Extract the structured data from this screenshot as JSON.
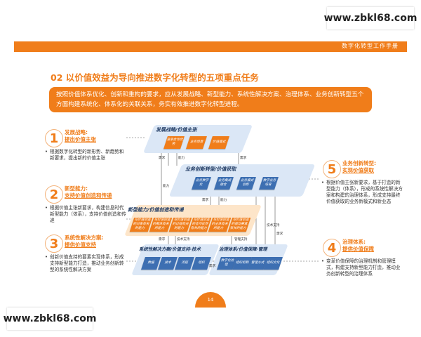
{
  "watermarks": {
    "top": "www.zbkl68.com",
    "bottom": "www.zbkl68.com"
  },
  "header": {
    "title": "数字化转型工作手册"
  },
  "section": {
    "title": "02 以价值效益为导向推进数字化转型的五项重点任务"
  },
  "intro": {
    "text": "按照价值体系优化、创新和重构的要求，应从发展战略、新型能力、系统性解决方案、治理体系、业务创新转型五个方面构建系统化、体系化的关联关系，务实有效推进数字化转型进程。"
  },
  "left_items": [
    {
      "num": "1",
      "title": "发展战略:",
      "sub": "提出价值主张",
      "body": "根据数字化转型的新形势、新趋势和新要求，提出新的价值主张"
    },
    {
      "num": "2",
      "title": "新型能力:",
      "sub": "支持价值创造和传递",
      "body": "根据价值主张新要求，构建信息时代新型能力（体系），支持价值创造和传递"
    },
    {
      "num": "3",
      "title": "系统性解决方案:",
      "sub": "提供价值支持",
      "body": "创新价值支持的要素实现体系，形成支持新型能力打造，推动业务创新转型的系统性解决方案"
    }
  ],
  "right_items": [
    {
      "num": "5",
      "title": "业务创新转型:",
      "sub": "实现价值获取",
      "body": "根据价值主张新要求，基于打造的新型能力（体系），形成的系统性解决方案和构建的治理体系，形成支持最终价值获取的业务新模式和新业态"
    },
    {
      "num": "4",
      "title": "治理体系:",
      "sub": "提供价值保障",
      "body": "变革价值保障的治理机制和管理模式，构建支持新型能力打造，推动业务创新转型的治理体系"
    }
  ],
  "diagram": {
    "top": {
      "label": "发展战略/价值主张",
      "tiles": [
        "竞争合作优势",
        "业务场景",
        "价值模式"
      ]
    },
    "mid": {
      "label": "业务创新转型/价值获取",
      "tiles": [
        "业务数字化",
        "业务集成融合",
        "业务模式创新",
        "数字业务培育"
      ]
    },
    "cap": {
      "label": "新型能力/价值创造和传递",
      "tiles": [
        "与价值创造的对象有关的能力",
        "与价值创造的载体有关的能力",
        "与价值创造的过程有关的能力",
        "与价值创造的合作伙伴有关的能力",
        "与价值创造的主体有关的能力",
        "与价值创造的驱动要素有关的能力"
      ]
    },
    "sys": {
      "label": "系统性解决方案/价值支持·技术",
      "tiles": [
        "数据",
        "技术",
        "流程",
        "组织"
      ]
    },
    "gov": {
      "label": "治理体系/价值保障·管理",
      "tiles": [
        "数字化治理",
        "组织机制",
        "管理方式",
        "组织文化"
      ]
    },
    "flows": [
      "需求",
      "能力",
      "需求",
      "能力",
      "需求",
      "能力",
      "需求",
      "技术支持",
      "技术支持",
      "需求",
      "管理支持",
      "需求"
    ]
  },
  "page": {
    "number": "14"
  },
  "colors": {
    "accent": "#f07d1a",
    "navy": "#1f3a63",
    "blue": "#3d6fb2"
  }
}
